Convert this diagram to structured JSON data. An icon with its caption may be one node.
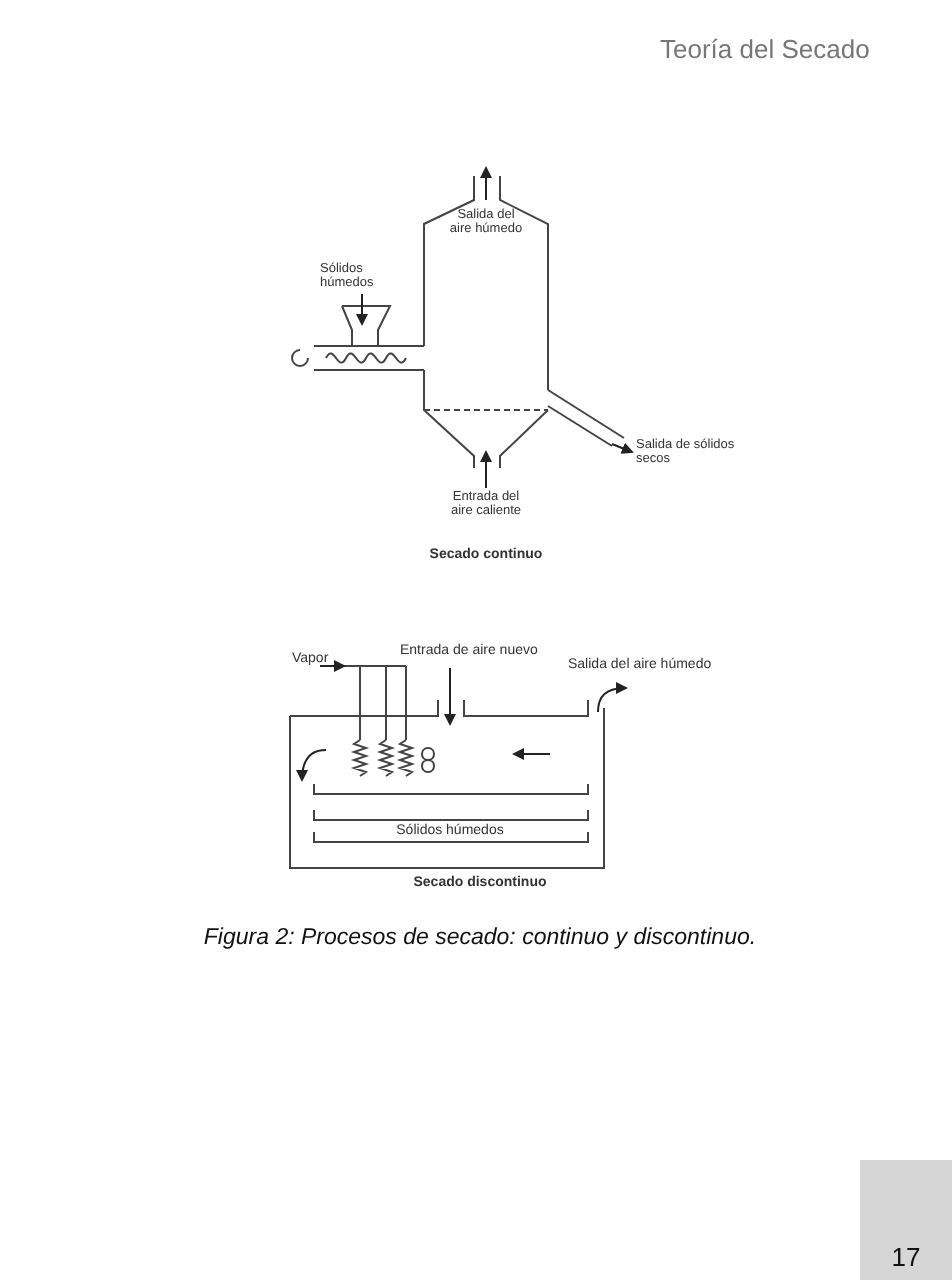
{
  "diagram": {
    "caption": "Figura 2: Procesos de secado: continuo y discontinuo.",
    "labels": [
      "Teoría del Secado",
      "Salida del aire húmedo",
      "Sólidos húmedos",
      "Salida de sólidos secos",
      "Entrada del aire caliente",
      "Secado continuo",
      "Vapor",
      "Entrada de aire nuevo",
      "Salida del aire húmedo",
      "Sólidos húmedos",
      "Secado discontinuo",
      "17"
    ]
  }
}
